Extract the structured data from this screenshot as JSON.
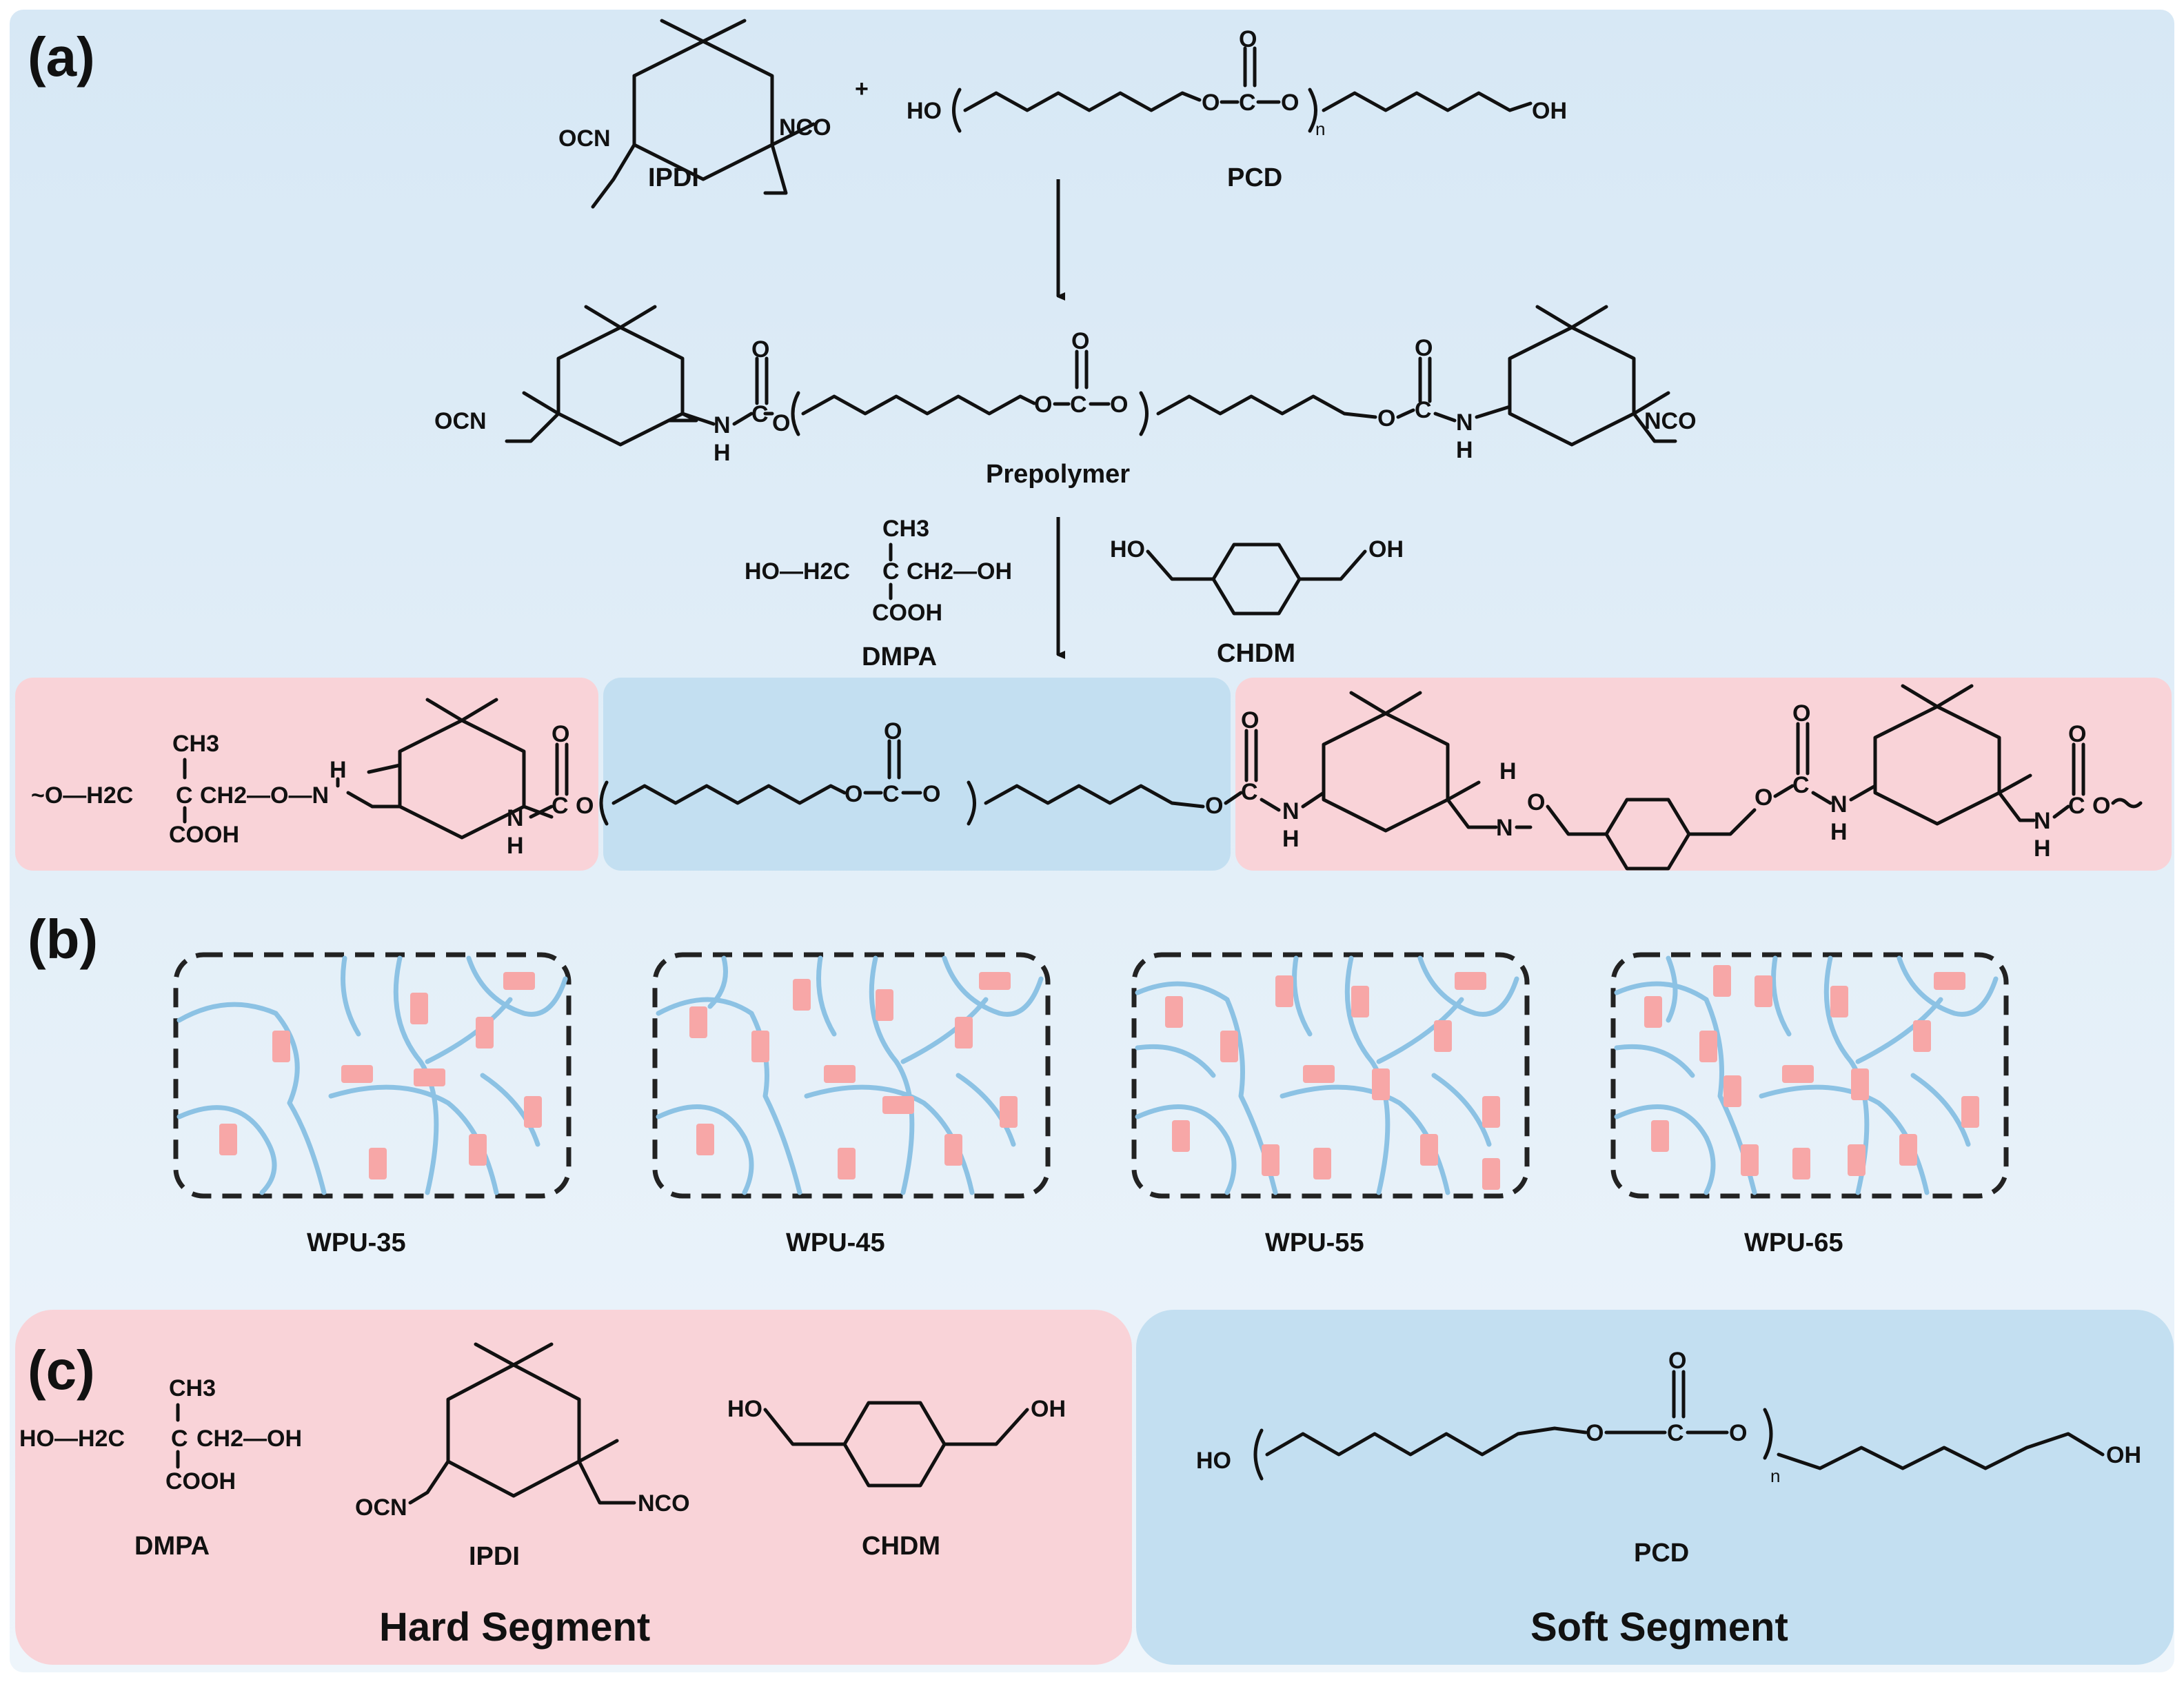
{
  "panels": {
    "a": "(a)",
    "b": "(b)",
    "c": "(c)"
  },
  "panel_a": {
    "plus": "+",
    "ipdi": {
      "name": "IPDI",
      "ocn": "OCN",
      "nco": "NCO"
    },
    "pcd": {
      "name": "PCD",
      "ho": "HO",
      "oh": "OH",
      "o": "O",
      "c": "C",
      "sub": "n"
    },
    "prepolymer": {
      "name": "Prepolymer",
      "ocn": "OCN",
      "nco": "NCO",
      "n": "N",
      "h": "H",
      "o": "O",
      "c": "C"
    },
    "dmpa": {
      "name": "DMPA",
      "ch3": "CH3",
      "left": "HO—H2C",
      "center": "C",
      "right": "CH2—OH",
      "cooh": "COOH"
    },
    "chdm": {
      "name": "CHDM",
      "ho": "HO",
      "oh": "OH"
    },
    "product": {
      "left": "~O—H2C",
      "center": "C",
      "right": "CH2—O—N",
      "ch3": "CH3",
      "cooh": "COOH",
      "n": "N",
      "h": "H",
      "o": "O",
      "c": "C"
    }
  },
  "panel_b": {
    "samples": [
      "WPU-35",
      "WPU-45",
      "WPU-55",
      "WPU-65"
    ]
  },
  "panel_c": {
    "hard_segment": {
      "title": "Hard Segment",
      "dmpa": "DMPA",
      "ipdi": "IPDI",
      "chdm": "CHDM",
      "ch3": "CH3",
      "left": "HO—H2C",
      "center": "C",
      "right": "CH2—OH",
      "cooh": "COOH",
      "ocn": "OCN",
      "nco": "NCO",
      "ho": "HO",
      "oh": "OH"
    },
    "soft_segment": {
      "title": "Soft Segment",
      "pcd": "PCD",
      "ho": "HO",
      "oh": "OH",
      "o": "O",
      "c": "C",
      "sub": "n"
    }
  },
  "colors": {
    "hard": "#f7a7a7",
    "soft_chain": "#8cc2e4",
    "hard_bg": "#f9d3d8",
    "soft_bg": "#c3dff1",
    "panel_bg_top": "#d7e8f5",
    "panel_bg_bottom": "#eef5fb"
  }
}
